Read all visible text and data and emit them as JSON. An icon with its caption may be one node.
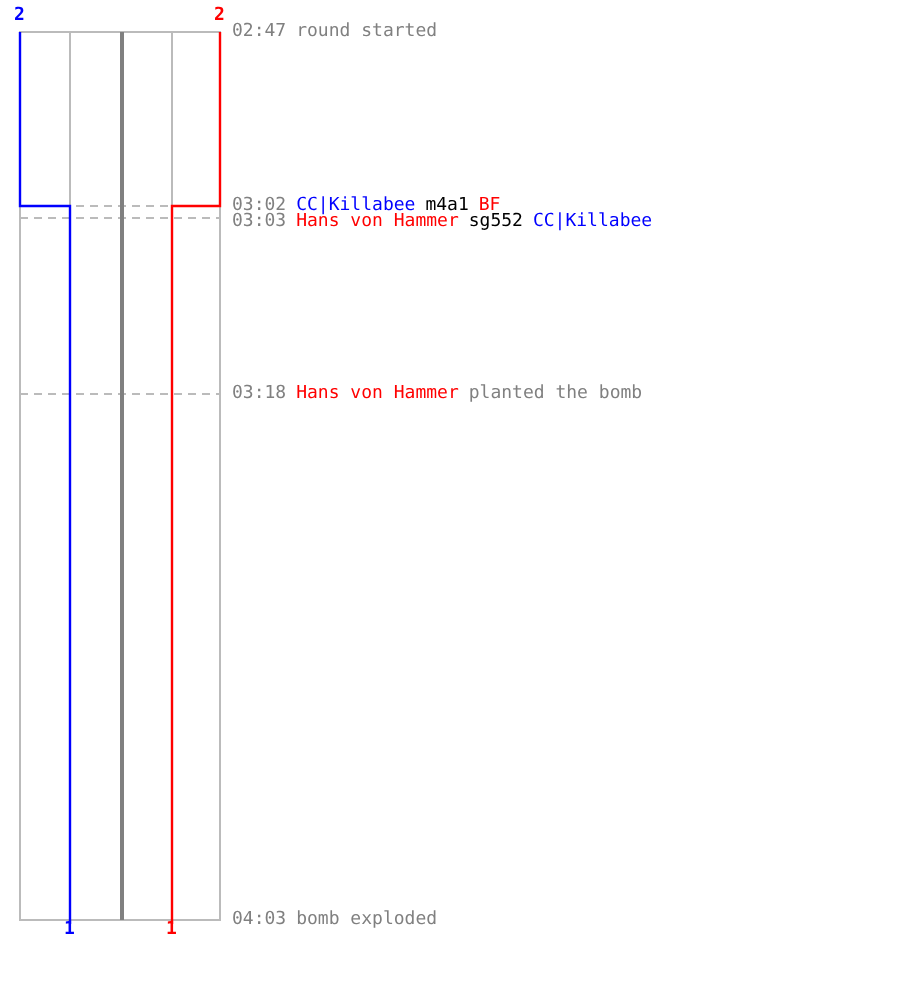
{
  "diagram": {
    "labels": [
      "2",
      "2",
      "02:47",
      "round started",
      "03:02",
      "CC|Killabee",
      "m4a1",
      "BF",
      "03:03",
      "Hans von Hammer",
      "sg552",
      "CC|Killabee",
      "03:18",
      "Hans von Hammer",
      "planted the bomb",
      "1",
      "1",
      "04:03",
      "bomb exploded"
    ]
  }
}
